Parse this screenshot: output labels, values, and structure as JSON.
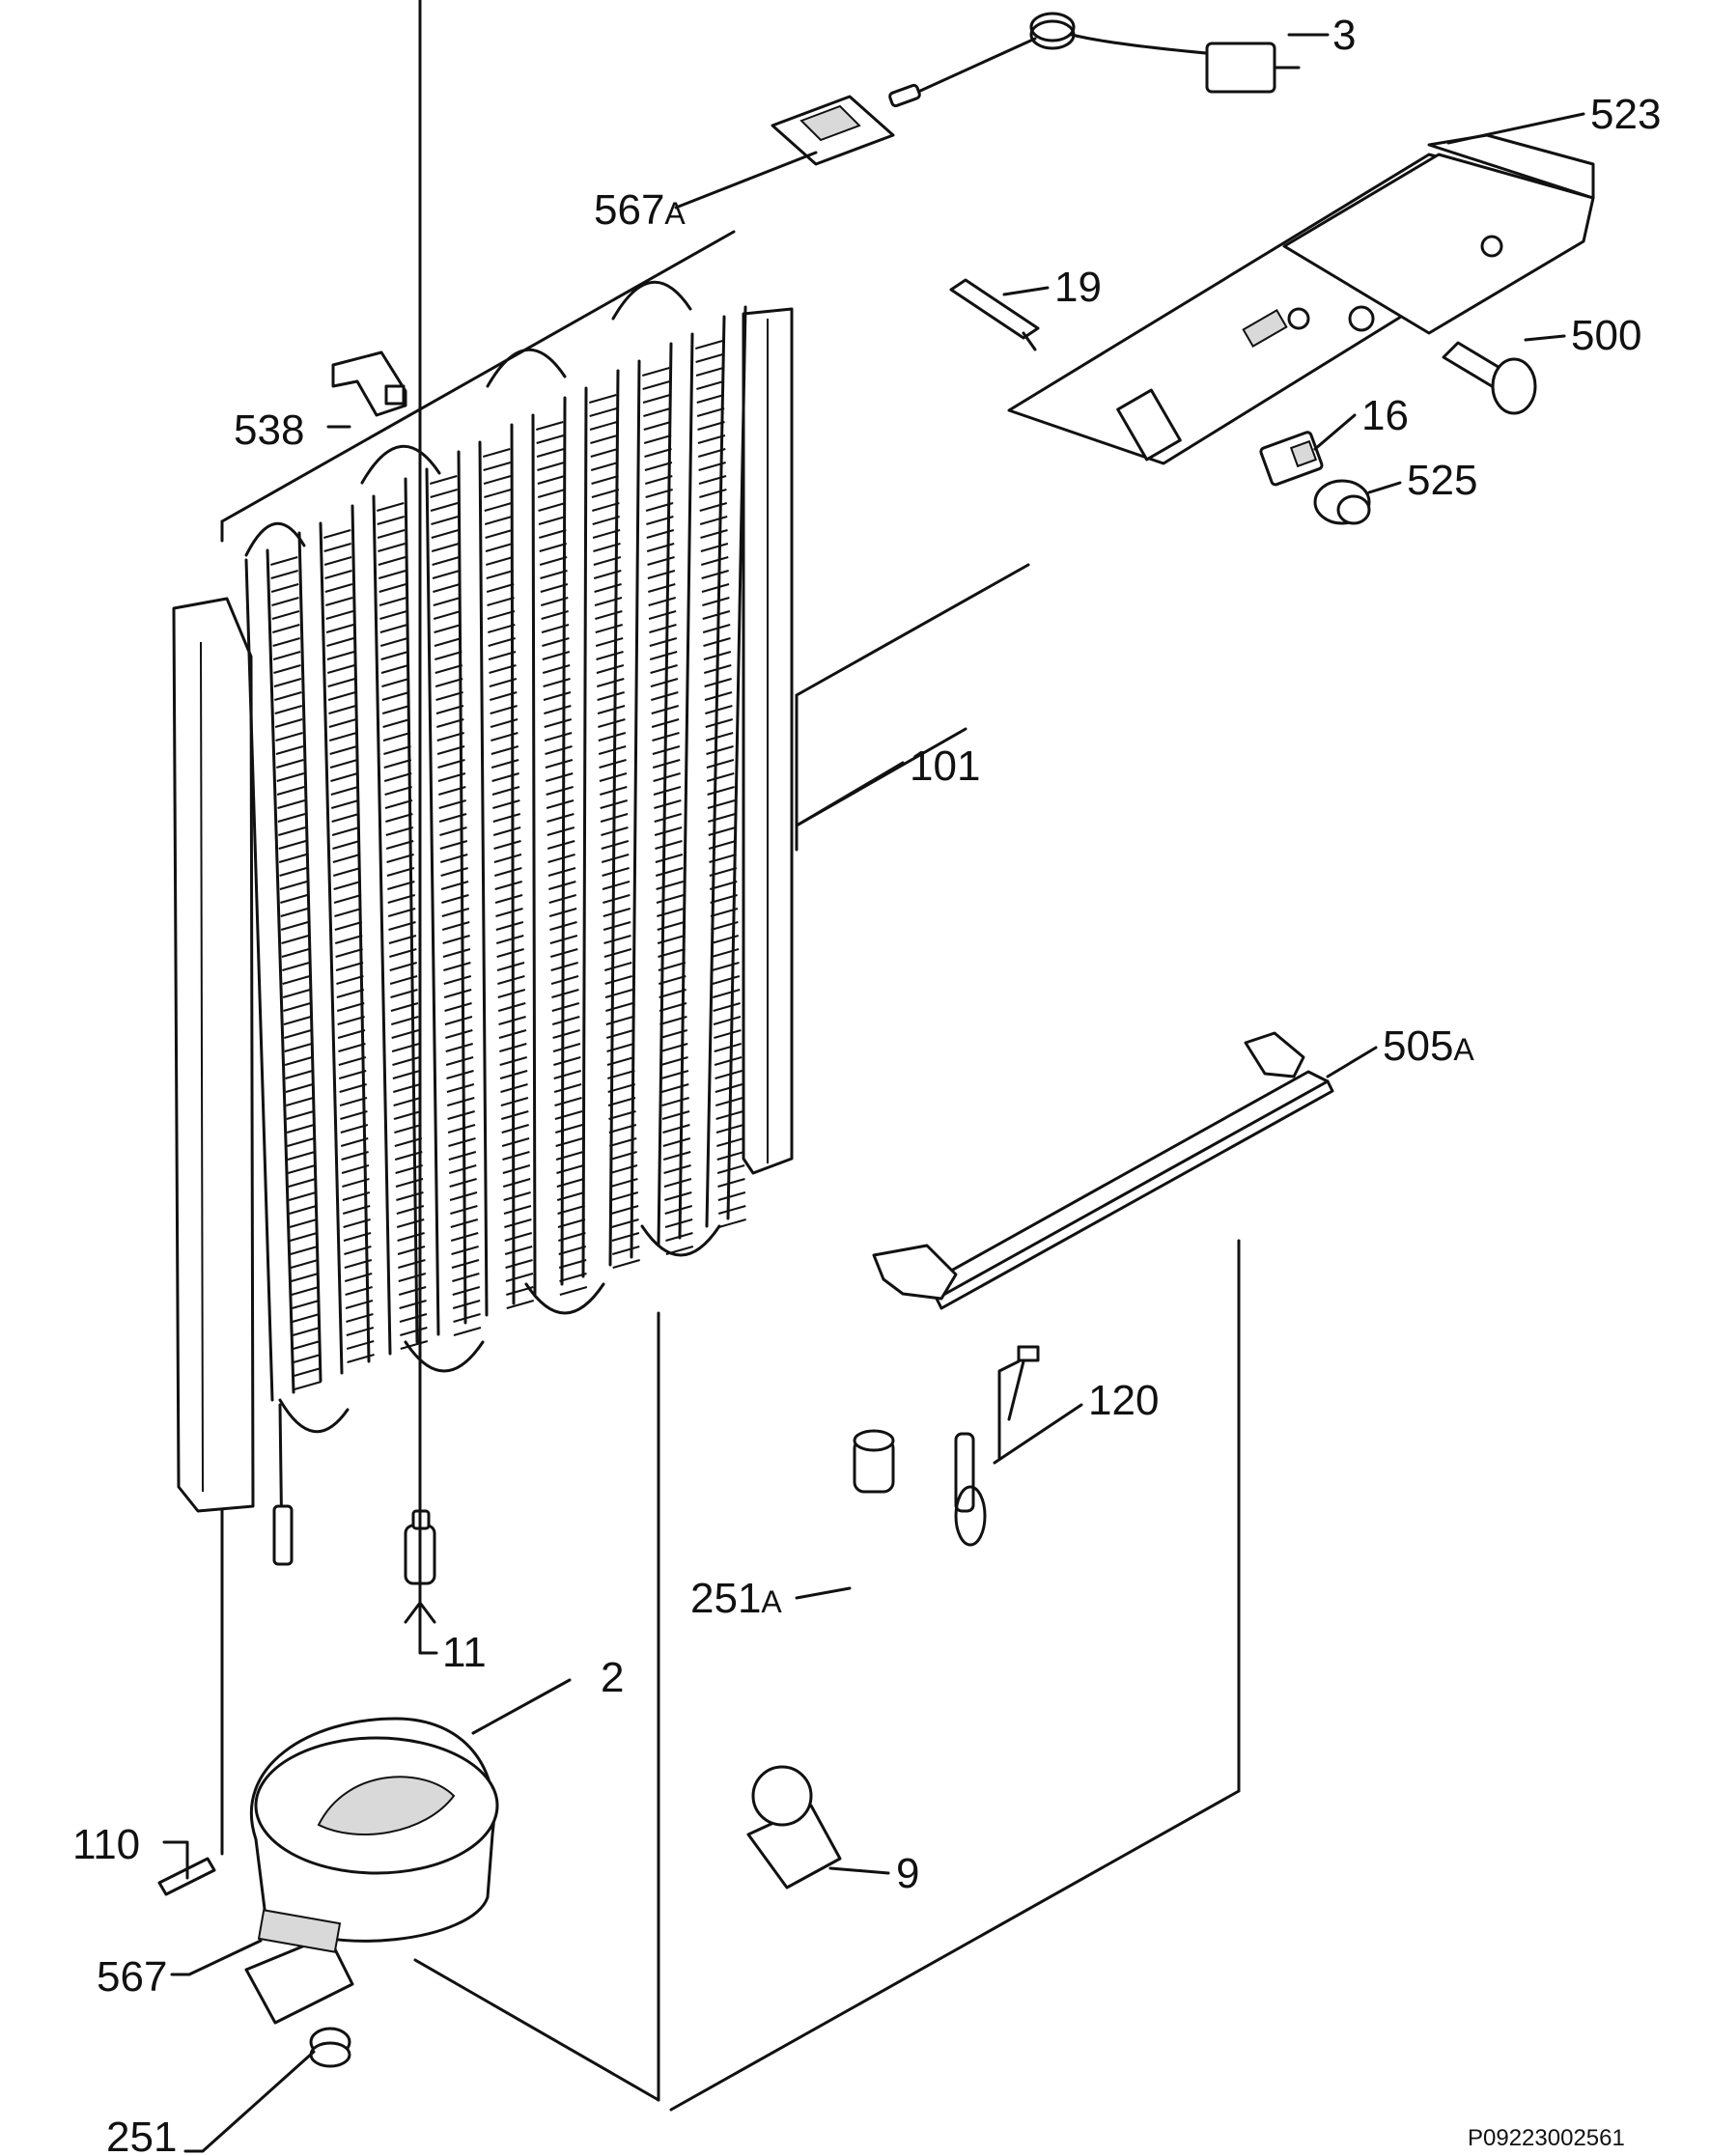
{
  "callouts": [
    {
      "id": "3",
      "text": "3",
      "suffix": ""
    },
    {
      "id": "523",
      "text": "523",
      "suffix": ""
    },
    {
      "id": "567A",
      "text": "567",
      "suffix": "A"
    },
    {
      "id": "19",
      "text": "19",
      "suffix": ""
    },
    {
      "id": "500",
      "text": "500",
      "suffix": ""
    },
    {
      "id": "538",
      "text": "538",
      "suffix": ""
    },
    {
      "id": "16",
      "text": "16",
      "suffix": ""
    },
    {
      "id": "525",
      "text": "525",
      "suffix": ""
    },
    {
      "id": "101",
      "text": "101",
      "suffix": ""
    },
    {
      "id": "505A",
      "text": "505",
      "suffix": "A"
    },
    {
      "id": "120",
      "text": "120",
      "suffix": ""
    },
    {
      "id": "251A",
      "text": "251",
      "suffix": "A"
    },
    {
      "id": "11",
      "text": "11",
      "suffix": ""
    },
    {
      "id": "2",
      "text": "2",
      "suffix": ""
    },
    {
      "id": "110",
      "text": "110",
      "suffix": ""
    },
    {
      "id": "9",
      "text": "9",
      "suffix": ""
    },
    {
      "id": "567",
      "text": "567",
      "suffix": ""
    },
    {
      "id": "251",
      "text": "251",
      "suffix": ""
    }
  ],
  "reference_code": "P09223002561"
}
